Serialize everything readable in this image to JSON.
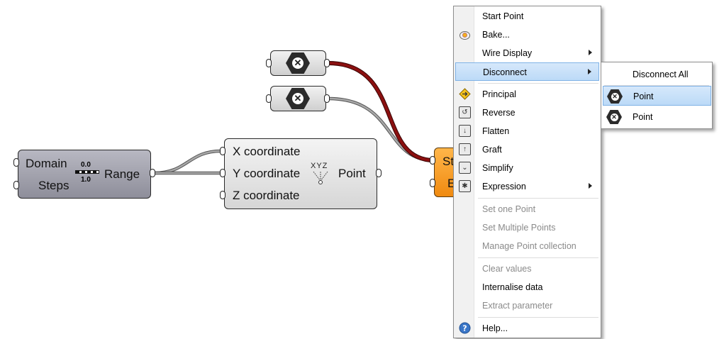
{
  "canvas": {
    "range_component": {
      "inputs": [
        "Domain",
        "Steps"
      ],
      "icon_top": "0.0",
      "icon_bottom": "1.0",
      "output": "Range"
    },
    "point_component": {
      "inputs": [
        "X coordinate",
        "Y coordinate",
        "Z coordinate"
      ],
      "icon_label": "XYZ",
      "output": "Point"
    },
    "param_components": [
      {
        "icon": "disconnected-param-icon"
      },
      {
        "icon": "disconnected-param-icon"
      }
    ],
    "partial_component": {
      "visible_labels": [
        "St",
        "E"
      ]
    },
    "colors": {
      "selected_wire": "#7a0c0c",
      "wire": "#9a9a9a",
      "component_orange": "#f5a030",
      "highlight": "#bcdaf7"
    }
  },
  "context_menu": {
    "items": [
      {
        "label": "Start Point",
        "enabled": true
      },
      {
        "label": "Bake...",
        "enabled": true,
        "icon": "bake-icon"
      },
      {
        "label": "Wire Display",
        "enabled": true,
        "submenu": true
      },
      {
        "label": "Disconnect",
        "enabled": true,
        "submenu": true,
        "highlighted": true
      },
      {
        "label": "Principal",
        "enabled": true,
        "icon": "principal-icon"
      },
      {
        "label": "Reverse",
        "enabled": true,
        "icon": "reverse-icon"
      },
      {
        "label": "Flatten",
        "enabled": true,
        "icon": "flatten-icon"
      },
      {
        "label": "Graft",
        "enabled": true,
        "icon": "graft-icon"
      },
      {
        "label": "Simplify",
        "enabled": true,
        "icon": "simplify-icon"
      },
      {
        "label": "Expression",
        "enabled": true,
        "submenu": true,
        "icon": "expression-icon"
      },
      {
        "label": "Set one Point",
        "enabled": false
      },
      {
        "label": "Set Multiple Points",
        "enabled": false
      },
      {
        "label": "Manage Point collection",
        "enabled": false
      },
      {
        "label": "Clear values",
        "enabled": false
      },
      {
        "label": "Internalise data",
        "enabled": true
      },
      {
        "label": "Extract parameter",
        "enabled": false
      },
      {
        "label": "Help...",
        "enabled": true,
        "icon": "help-icon"
      }
    ]
  },
  "disconnect_submenu": {
    "items": [
      {
        "label": "Disconnect All"
      },
      {
        "label": "Point",
        "highlighted": true,
        "icon": "disconnected-param-icon"
      },
      {
        "label": "Point",
        "icon": "disconnected-param-icon"
      }
    ]
  }
}
